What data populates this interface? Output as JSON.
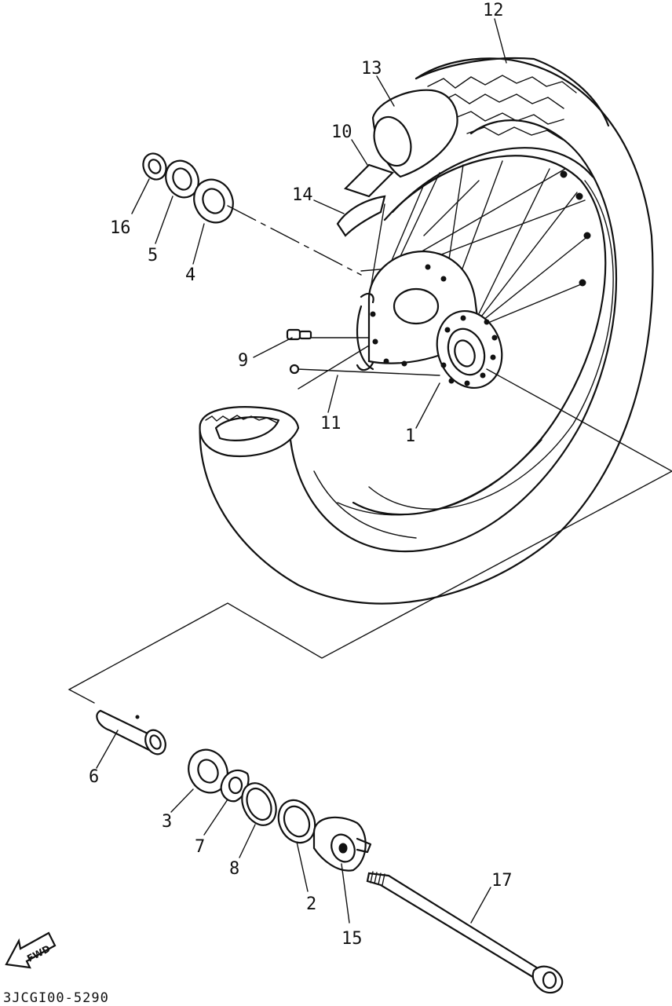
{
  "diagram": {
    "code": "3JCGI00-5290",
    "fwd_label": "FWD",
    "labels": {
      "p1": "1",
      "p2": "2",
      "p3": "3",
      "p4": "4",
      "p5": "5",
      "p6": "6",
      "p7": "7",
      "p8": "8",
      "p9": "9",
      "p10": "10",
      "p11": "11",
      "p12": "12",
      "p13": "13",
      "p14": "14",
      "p15": "15",
      "p16": "16",
      "p17": "17"
    }
  }
}
